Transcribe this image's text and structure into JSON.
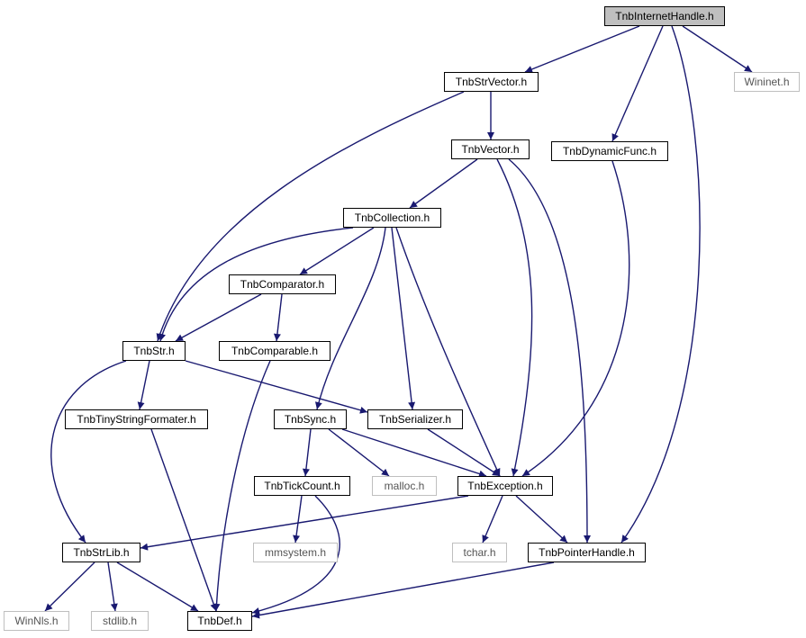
{
  "colors": {
    "edge": "#191970",
    "node_border": "#000000",
    "external_border": "#bfbfbf",
    "root_fill": "#bfbfbf"
  },
  "nodes": {
    "tnb_internet_handle": "TnbInternetHandle.h",
    "tnb_str_vector": "TnbStrVector.h",
    "wininet": "Wininet.h",
    "tnb_vector": "TnbVector.h",
    "tnb_dynamic_func": "TnbDynamicFunc.h",
    "tnb_collection": "TnbCollection.h",
    "tnb_comparator": "TnbComparator.h",
    "tnb_str": "TnbStr.h",
    "tnb_comparable": "TnbComparable.h",
    "tnb_tiny_string_formater": "TnbTinyStringFormater.h",
    "tnb_sync": "TnbSync.h",
    "tnb_serializer": "TnbSerializer.h",
    "tnb_tick_count": "TnbTickCount.h",
    "malloc": "malloc.h",
    "tnb_exception": "TnbException.h",
    "tnb_str_lib": "TnbStrLib.h",
    "mmsystem": "mmsystem.h",
    "tchar": "tchar.h",
    "tnb_pointer_handle": "TnbPointerHandle.h",
    "win_nls": "WinNls.h",
    "stdlib": "stdlib.h",
    "tnb_def": "TnbDef.h"
  }
}
